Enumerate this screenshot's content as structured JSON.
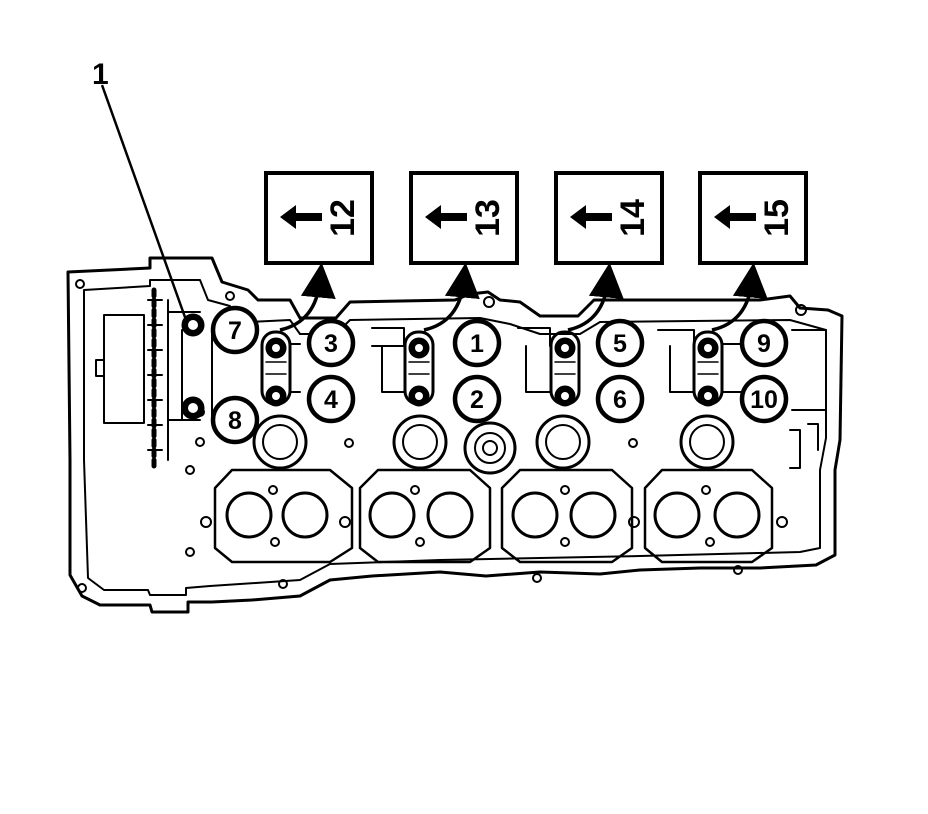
{
  "callout": {
    "label": "1"
  },
  "sequence": {
    "bolts": [
      {
        "id": "b7",
        "label": "7"
      },
      {
        "id": "b8",
        "label": "8"
      },
      {
        "id": "b3",
        "label": "3"
      },
      {
        "id": "b4",
        "label": "4"
      },
      {
        "id": "b1",
        "label": "1"
      },
      {
        "id": "b2",
        "label": "2"
      },
      {
        "id": "b5",
        "label": "5"
      },
      {
        "id": "b6",
        "label": "6"
      },
      {
        "id": "b9",
        "label": "9"
      },
      {
        "id": "b10",
        "label": "10"
      }
    ],
    "boxes": [
      {
        "id": "box12",
        "label": "12"
      },
      {
        "id": "box13",
        "label": "13"
      },
      {
        "id": "box14",
        "label": "14"
      },
      {
        "id": "box15",
        "label": "15"
      }
    ]
  },
  "colors": {
    "ink": "#000000",
    "paper": "#ffffff"
  }
}
